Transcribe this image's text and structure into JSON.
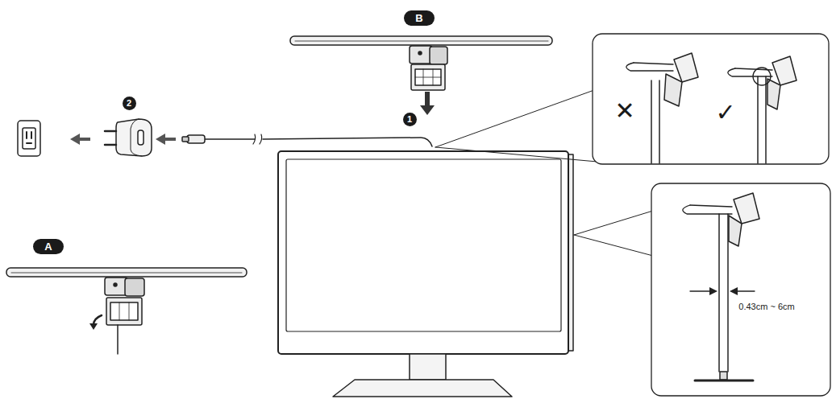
{
  "diagram": {
    "nodes": [
      {
        "text": [
          "B"
        ]
      },
      {
        "text": [
          "2"
        ]
      },
      {
        "text": [
          "1"
        ]
      },
      {
        "text": [
          "A"
        ]
      }
    ],
    "labels": [
      "✕",
      "✓",
      "0.43cm ~ 6cm"
    ]
  }
}
